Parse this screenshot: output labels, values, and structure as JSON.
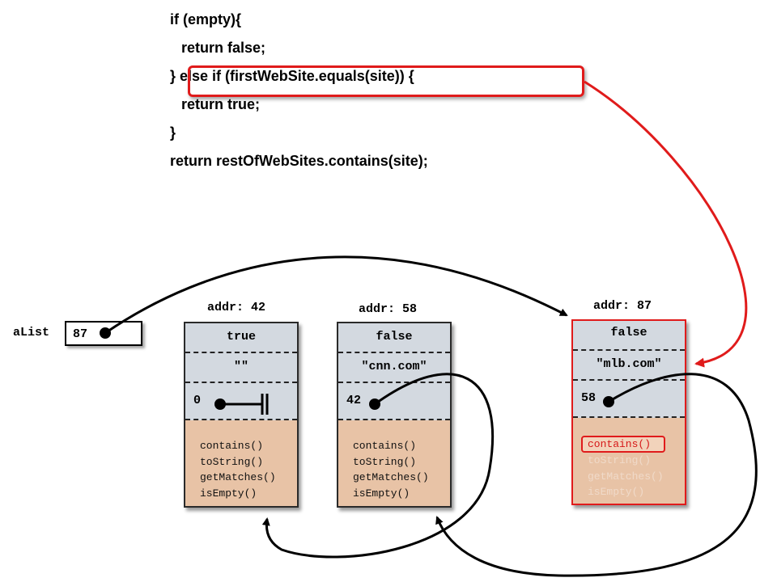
{
  "code": {
    "lines": [
      "if (empty){",
      "   return false;",
      "} else if (firstWebSite.equals(site)) {",
      "   return true;",
      "}",
      "return restOfWebSites.contains(site);"
    ]
  },
  "variable": {
    "name": "aList",
    "value": "87"
  },
  "nodes": [
    {
      "addr_label": "addr: 42",
      "empty": "true",
      "site": "\"\"",
      "next": "0",
      "methods": [
        "contains()",
        "toString()",
        "getMatches()",
        "isEmpty()"
      ]
    },
    {
      "addr_label": "addr: 58",
      "empty": "false",
      "site": "\"cnn.com\"",
      "next": "42",
      "methods": [
        "contains()",
        "toString()",
        "getMatches()",
        "isEmpty()"
      ]
    },
    {
      "addr_label": "addr: 87",
      "empty": "false",
      "site": "\"mlb.com\"",
      "next": "58",
      "methods": [
        "contains()",
        "toString()",
        "getMatches()",
        "isEmpty()"
      ]
    }
  ],
  "colors": {
    "highlight": "#e01b1b",
    "field_bg": "#d3d9e0",
    "method_bg": "#e8c3a6"
  }
}
